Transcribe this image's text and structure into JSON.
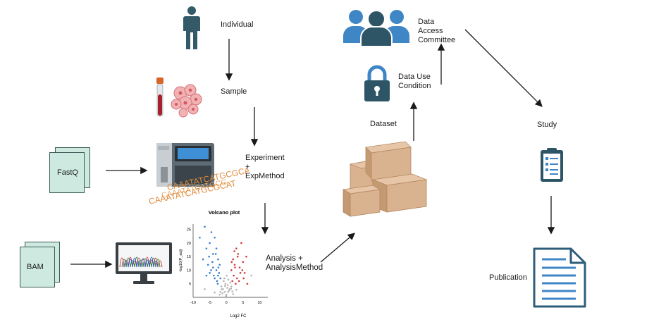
{
  "nodes": {
    "individual": "Individual",
    "sample": "Sample",
    "experiment": "Experiment\n+\nExpMethod",
    "fastq": "FastQ",
    "bam": "BAM",
    "analysis": "Analysis +\nAnalysisMethod",
    "dataset": "Dataset",
    "data_use_condition": "Data Use\nCondition",
    "data_access_committee": "Data\nAccess\nCommittee",
    "study": "Study",
    "publication": "Publication"
  },
  "dna_sequences": [
    "CAAATATCATGCGCAT",
    "CAAATATCATGCG",
    "CAAATATCATGCGCAT"
  ],
  "chart_data": {
    "type": "scatter",
    "title": "Volcano plot",
    "xlabel": "Log2 FC",
    "ylabel": "-log10(P_adj)",
    "xlim": [
      -10,
      15
    ],
    "ylim": [
      0,
      27
    ],
    "xticks": [
      "-10",
      "-5",
      "0",
      "5",
      "10"
    ],
    "yticks": [
      "5",
      "10",
      "15",
      "20",
      "25"
    ],
    "series": [
      {
        "color": "#3a7fcf",
        "x": [
          -8,
          -7,
          -6.5,
          -6,
          -5.5,
          -5,
          -4.5,
          -4,
          -3.5,
          -3,
          -2.5,
          -2,
          -5,
          -4,
          -3,
          -2.5,
          -6,
          -3.5,
          -2.8,
          -4.2,
          -2.2,
          -3.2,
          -5.2,
          -2.6,
          -1.8,
          -2.4,
          -3.8,
          -4.6
        ],
        "y": [
          22,
          14,
          26,
          18,
          12,
          20,
          24,
          16,
          22,
          18,
          14,
          12,
          9,
          11,
          10,
          8,
          8,
          7,
          6,
          13,
          9,
          16,
          15,
          5,
          7,
          11,
          8,
          10
        ]
      },
      {
        "color": "#d23a3a",
        "x": [
          1.5,
          2,
          2.5,
          3,
          3.5,
          4,
          4.5,
          5,
          5.5,
          6,
          2.2,
          3.2,
          4.2,
          1.8,
          2.8,
          3.8,
          2.4,
          4.8,
          6.3,
          1.6,
          3.4,
          2.6,
          5.2
        ],
        "y": [
          10,
          14,
          12,
          18,
          16,
          11,
          20,
          13,
          9,
          15,
          8,
          7,
          9,
          6,
          5,
          6,
          17,
          10,
          5,
          13,
          15,
          11,
          7
        ]
      },
      {
        "color": "#b5b5b5",
        "x": [
          -1.5,
          -1,
          -0.5,
          0,
          0.5,
          1,
          1.5,
          -1.2,
          0.8,
          -0.3,
          0.3,
          -0.8,
          1.2,
          -0.6,
          0.6,
          -1.8,
          1.8,
          0.1,
          -0.1,
          -2,
          2,
          -1.4,
          1.4,
          0.4,
          -0.4,
          7.5,
          -6.5,
          3,
          -3.5
        ],
        "y": [
          4,
          3,
          2,
          1,
          2,
          3,
          4,
          1.5,
          2.5,
          5,
          3.5,
          6,
          5.5,
          7,
          6.5,
          2,
          2.2,
          8,
          0.5,
          1,
          1.2,
          3,
          3.2,
          4.5,
          4.2,
          8,
          3,
          2.8,
          1.8
        ]
      }
    ]
  },
  "colors": {
    "arrow": "#1a1a1a",
    "box": "#d9b28f",
    "box_dark": "#c49a72",
    "people": "#3f86c6",
    "person": "#345a68",
    "lock": "#2e5566",
    "doc_outline": "#2e5d7a",
    "file_fill": "#cde9e0",
    "dna_orange": "#e08a3c"
  }
}
